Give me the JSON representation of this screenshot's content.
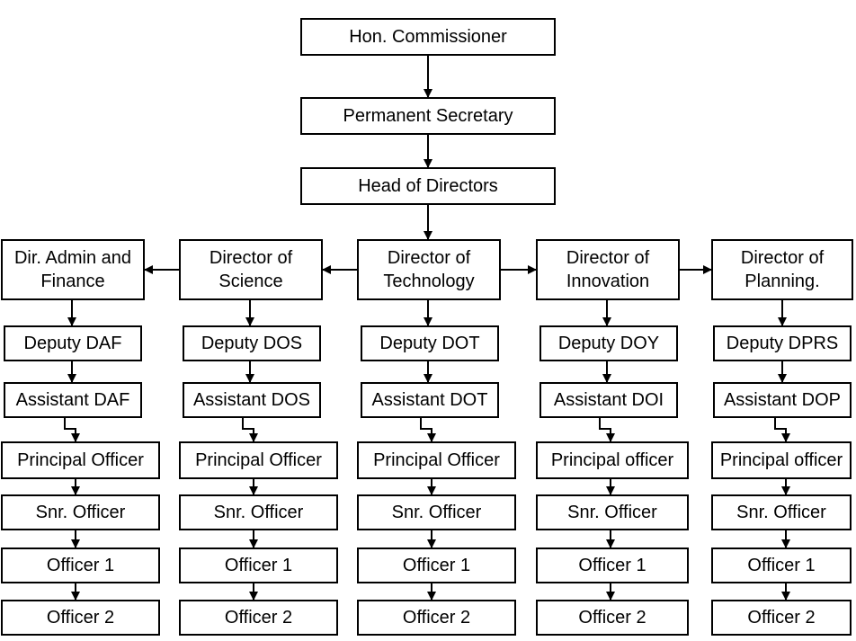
{
  "top_chain": [
    {
      "id": "commissioner",
      "label": "Hon. Commissioner"
    },
    {
      "id": "permanent-secretary",
      "label": "Permanent Secretary"
    },
    {
      "id": "head-of-directors",
      "label": "Head of Directors"
    }
  ],
  "directorates": [
    {
      "key": "admin-finance",
      "levels": [
        "Dir. Admin and Finance",
        "Deputy DAF",
        "Assistant DAF",
        "Principal Officer",
        "Snr. Officer",
        "Officer 1",
        "Officer 2"
      ]
    },
    {
      "key": "science",
      "levels": [
        "Director of Science",
        "Deputy DOS",
        "Assistant DOS",
        "Principal Officer",
        "Snr. Officer",
        "Officer 1",
        "Officer 2"
      ]
    },
    {
      "key": "technology",
      "levels": [
        "Director of Technology",
        "Deputy DOT",
        "Assistant DOT",
        "Principal Officer",
        "Snr. Officer",
        "Officer 1",
        "Officer 2"
      ]
    },
    {
      "key": "innovation",
      "levels": [
        "Director of Innovation",
        "Deputy DOY",
        "Assistant DOI",
        "Principal officer",
        "Snr. Officer",
        "Officer 1",
        "Officer 2"
      ]
    },
    {
      "key": "planning",
      "levels": [
        "Director of Planning.",
        "Deputy DPRS",
        "Assistant DOP",
        "Principal officer",
        "Snr. Officer",
        "Officer 1",
        "Officer 2"
      ]
    }
  ]
}
